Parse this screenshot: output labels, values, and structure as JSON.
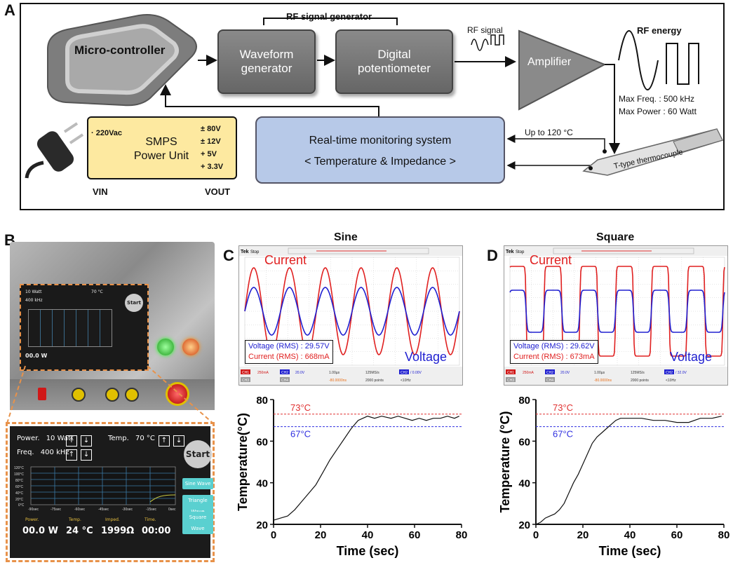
{
  "panels": {
    "a": "A",
    "b": "B",
    "c": "C",
    "d": "D"
  },
  "diagram": {
    "microcontroller": "Micro-controller",
    "rf_generator_group": "RF signal generator",
    "waveform_generator": [
      "Waveform",
      "generator"
    ],
    "digital_potentiometer": [
      "Digital",
      "potentiometer"
    ],
    "rf_signal": "RF signal",
    "amplifier": "Amplifier",
    "rf_energy": "RF energy",
    "max_freq": "Max Freq. : 500 kHz",
    "max_power": "Max Power : 60 Watt",
    "smps_input": "· 220Vac",
    "smps_title": [
      "SMPS",
      "Power Unit"
    ],
    "smps_outputs": [
      "± 80V",
      "± 12V",
      "+ 5V",
      "+ 3.3V"
    ],
    "vin": "VIN",
    "vout": "VOUT",
    "rtm_title": "Real-time monitoring system",
    "rtm_subtitle": "< Temperature & Impedance >",
    "temp_limit": "Up to 120 °C",
    "thermocouple": "T-type thermocouple"
  },
  "device_screen": {
    "power_label": "Power.",
    "power_value": "10 Watt",
    "temp_label": "Temp.",
    "temp_value": "70 °C",
    "freq_label": "Freq.",
    "freq_value": "400 kHz",
    "start": "Start",
    "y_ticks": [
      "120°C",
      "100°C",
      "80°C",
      "60°C",
      "40°C",
      "20°C",
      "0°C"
    ],
    "x_ticks": [
      "-90sec",
      "-75sec",
      "-60sec",
      "-45sec",
      "-30sec",
      "-15sec",
      "0sec"
    ],
    "waves": [
      "Sine Wave",
      "Triangle Wave",
      "Square Wave"
    ],
    "readout_labels": [
      "Power.",
      "Temp.",
      "Imped.",
      "Time."
    ],
    "readout_values": [
      "00.0 W",
      "24 °C",
      "1999Ω",
      "00:00"
    ]
  },
  "scope_c": {
    "title": "Sine",
    "current_label": "Current",
    "voltage_label": "Voltage",
    "voltage_rms": "Voltage (RMS) : 29.57V",
    "current_rms": "Current (RMS) : 668mA",
    "status": [
      "Tek",
      "Stop"
    ],
    "footer": [
      "CH1",
      "250mA",
      "CH2",
      "20.0V",
      "1.00µs",
      "125MS/s",
      "CH2",
      "/ 0.00V",
      "CH3",
      "CH4",
      "-80.0000ns",
      "2000 points",
      "<10Hz"
    ]
  },
  "scope_d": {
    "title": "Square",
    "current_label": "Current",
    "voltage_label": "Voltage",
    "voltage_rms": "Voltage (RMS) : 29.62V",
    "current_rms": "Current (RMS) : 673mA",
    "status": [
      "Tek",
      "Stop"
    ],
    "footer": [
      "CH1",
      "250mA",
      "CH2",
      "20.0V",
      "1.00µs",
      "125MS/s",
      "CH2",
      "/ 32.0V",
      "CH3",
      "CH4",
      "-80.0000ns",
      "2000 points",
      "<10Hz"
    ]
  },
  "chart_data": [
    {
      "type": "line",
      "panel": "C",
      "xlabel": "Time (sec)",
      "ylabel": "Temperature(°C)",
      "xlim": [
        0,
        80
      ],
      "ylim": [
        20,
        80
      ],
      "xticks": [
        0,
        20,
        40,
        60,
        80
      ],
      "yticks": [
        20,
        40,
        60,
        80
      ],
      "reference_lines": [
        {
          "label": "73°C",
          "value": 73,
          "color": "#e03030"
        },
        {
          "label": "67°C",
          "value": 67,
          "color": "#3030e0"
        }
      ],
      "x": [
        0,
        3,
        6,
        9,
        12,
        15,
        18,
        21,
        24,
        27,
        30,
        33,
        36,
        38,
        40,
        43,
        46,
        50,
        53,
        56,
        59,
        62,
        65,
        68,
        71,
        74,
        77,
        79
      ],
      "y": [
        22,
        23,
        24,
        27,
        31,
        35,
        39,
        45,
        51,
        56,
        61,
        66,
        70,
        71,
        72,
        71,
        72,
        71,
        72,
        71,
        70,
        71,
        70,
        71,
        71,
        72,
        71,
        72
      ]
    },
    {
      "type": "line",
      "panel": "D",
      "xlabel": "Time (sec)",
      "ylabel": "Temperature (°C)",
      "xlim": [
        0,
        80
      ],
      "ylim": [
        20,
        80
      ],
      "xticks": [
        0,
        20,
        40,
        60,
        80
      ],
      "yticks": [
        20,
        40,
        60,
        80
      ],
      "reference_lines": [
        {
          "label": "73°C",
          "value": 73,
          "color": "#e03030"
        },
        {
          "label": "67°C",
          "value": 67,
          "color": "#3030e0"
        }
      ],
      "x": [
        0,
        2,
        4,
        6,
        8,
        10,
        12,
        14,
        16,
        18,
        20,
        22,
        24,
        26,
        28,
        30,
        32,
        34,
        36,
        40,
        45,
        50,
        55,
        60,
        65,
        70,
        75,
        79
      ],
      "y": [
        20,
        21,
        23,
        24,
        25,
        27,
        30,
        35,
        40,
        44,
        49,
        54,
        59,
        62,
        64,
        66,
        68,
        70,
        71,
        71,
        71,
        70,
        70,
        69,
        69,
        71,
        71,
        72
      ]
    }
  ]
}
